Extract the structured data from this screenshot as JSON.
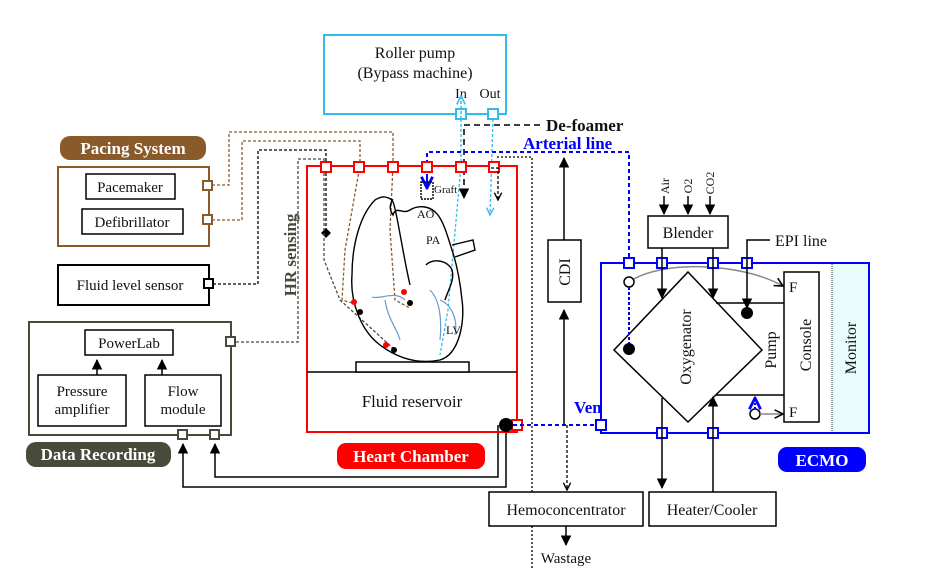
{
  "roller_pump": {
    "line1": "Roller pump",
    "line2": "(Bypass machine)",
    "in_label": "In",
    "out_label": "Out"
  },
  "defoamer_label": "De-foamer",
  "arterial_line_label": "Arterial line",
  "venous_line_label": "Venous line",
  "pacing_system": {
    "badge": "Pacing System",
    "pacemaker": "Pacemaker",
    "defibrillator": "Defibrillator"
  },
  "fluid_level_sensor": "Fluid level sensor",
  "hr_sensing_label": "HR sensing",
  "data_recording": {
    "badge": "Data Recording",
    "powerlab": "PowerLab",
    "pressure_amp_l1": "Pressure",
    "pressure_amp_l2": "amplifier",
    "flow_module_l1": "Flow",
    "flow_module_l2": "module"
  },
  "heart_chamber": {
    "badge": "Heart Chamber",
    "fluid_reservoir": "Fluid reservoir",
    "graft": "Graft",
    "ao": "AO",
    "pa": "PA",
    "lv": "LV"
  },
  "cdi_label": "CDI",
  "ecmo": {
    "badge": "ECMO",
    "blender": "Blender",
    "air": "Air",
    "o2": "O2",
    "co2": "CO2",
    "epi_line": "EPI line",
    "oxygenator": "Oxygenator",
    "pump": "Pump",
    "console": "Console",
    "monitor": "Monitor",
    "flow_sensor": "F"
  },
  "hemoconcentrator": "Hemoconcentrator",
  "wastage": "Wastage",
  "heater_cooler": "Heater/Cooler",
  "colors": {
    "pacing": "#8b5a2b",
    "data_recording": "#4a4a3a",
    "heart_chamber": "#ff0000",
    "ecmo": "#0000ff",
    "roller_pump": "#33bbee",
    "monitor_fill": "#e8fcfc"
  }
}
